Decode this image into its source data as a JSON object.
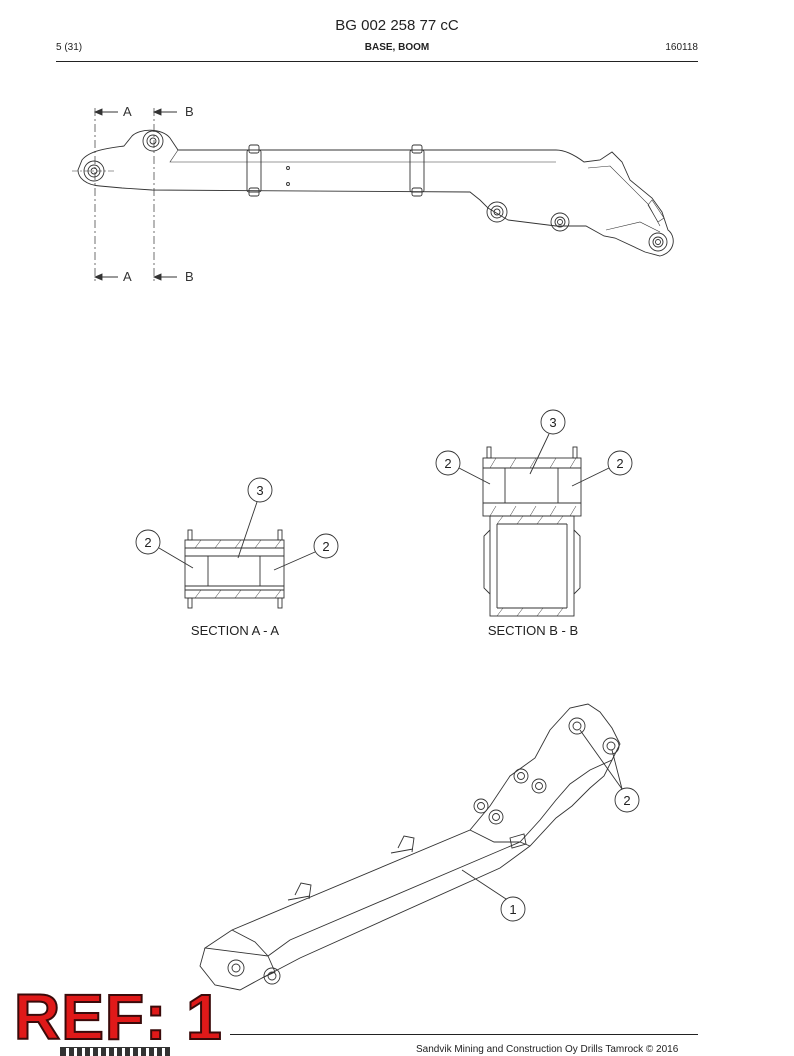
{
  "header": {
    "doc_number": "BG 002 258 77 cC",
    "page": "5 (31)",
    "title": "BASE, BOOM",
    "date": "160118"
  },
  "top_view": {
    "cut_a": "A",
    "cut_b": "B"
  },
  "section_a": {
    "label": "SECTION A - A",
    "callouts": [
      "3",
      "2",
      "2"
    ]
  },
  "section_b": {
    "label": "SECTION B - B",
    "callouts": [
      "3",
      "2",
      "2"
    ]
  },
  "isometric": {
    "callouts": [
      "2",
      "1"
    ]
  },
  "footer": {
    "copyright": "Sandvik Mining and Construction Oy Drills Tamrock © 2016"
  },
  "stamp": {
    "text": "REF: 1"
  }
}
